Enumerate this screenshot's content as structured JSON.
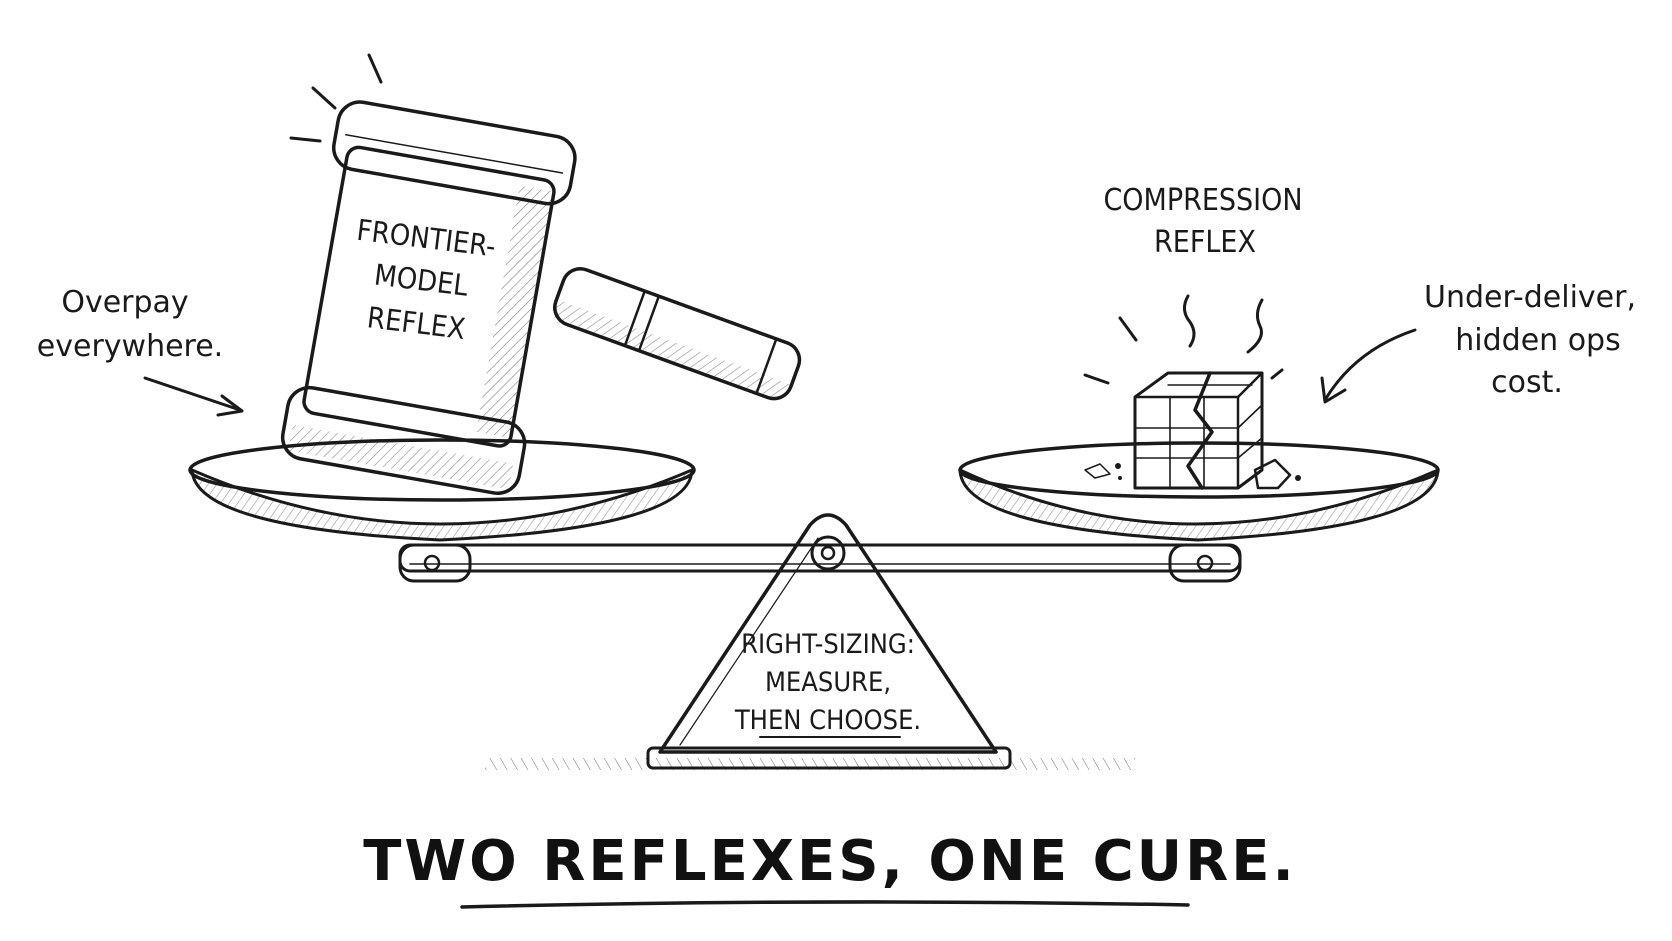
{
  "left_pan": {
    "gavel_lines": [
      "FRONTIER-",
      "MODEL",
      "REFLEX"
    ],
    "note_lines": [
      "Overpay",
      "everywhere."
    ]
  },
  "right_pan": {
    "label_lines": [
      "COMPRESSION",
      "REFLEX"
    ],
    "note_lines": [
      "Under-deliver,",
      "hidden ops",
      "cost."
    ]
  },
  "fulcrum": {
    "lines": [
      "RIGHT-SIZING:",
      "MEASURE,",
      "THEN CHOOSE."
    ]
  },
  "title": "TWO REFLEXES, ONE CURE."
}
